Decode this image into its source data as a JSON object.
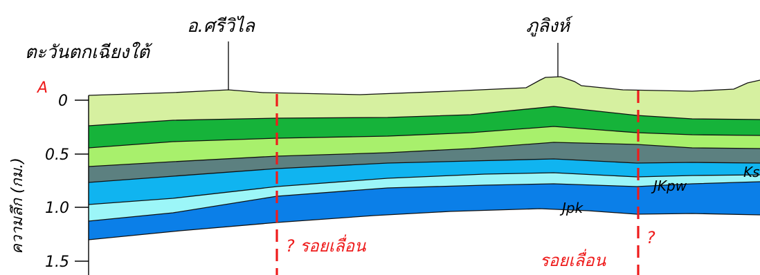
{
  "header": {
    "direction": "ตะวันตกเฉียงใต้",
    "point": "A",
    "town": "อ.ศรีวิไล",
    "peak": "ภูลิงห์"
  },
  "y_axis": {
    "title": "ความลึก (กม.)",
    "ticks": [
      "0",
      "0.5",
      "1.0",
      "1.5"
    ],
    "tick_values": [
      0,
      0.5,
      1.0,
      1.5
    ]
  },
  "faults": [
    {
      "label": "? รอยเลื่อน"
    },
    {
      "label": "รอยเลื่อน",
      "query": "?"
    }
  ],
  "formations": [
    "Jpk",
    "JKpw",
    "Ks"
  ],
  "colors": {
    "layer1": "#d6f0a0",
    "layer2": "#16b33a",
    "layer3": "#a8f06c",
    "layer4": "#5c8080",
    "layer5": "#10b4f0",
    "layer6": "#9cf6f8",
    "layer7": "#0b7fe8",
    "fault": "#ee1c1c"
  }
}
